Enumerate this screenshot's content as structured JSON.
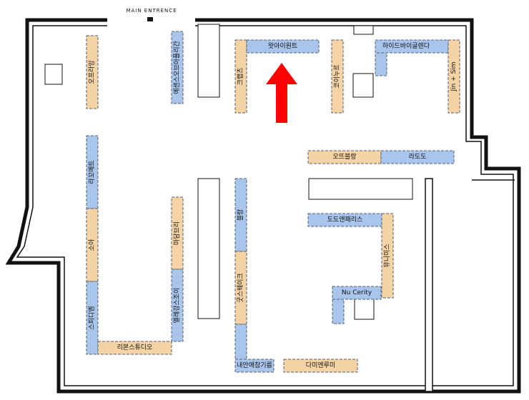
{
  "entrance": {
    "label": "MAIN ENTRENCE"
  },
  "colors": {
    "blue": "#a9c5ec",
    "tan": "#f5d3a5",
    "booth_border": "#556270",
    "wall": "#111111",
    "arrow": "#ff0000"
  },
  "booths": [
    {
      "label": "오프라잉",
      "color": "tan"
    },
    {
      "label": "에센스오브아플리간",
      "color": "blue"
    },
    {
      "label": "크랩츠",
      "color": "tan"
    },
    {
      "label": "왓아이원트",
      "color": "blue"
    },
    {
      "label": "코이누르",
      "color": "tan"
    },
    {
      "label": "하이드바이글렌다",
      "color": "blue"
    },
    {
      "label": "Jin + Sim",
      "color": "tan"
    },
    {
      "label": "라꼬메트",
      "color": "blue"
    },
    {
      "label": "소아",
      "color": "tan"
    },
    {
      "label": "스피디엠",
      "color": "blue"
    },
    {
      "label": "리본스튜디오",
      "color": "tan"
    },
    {
      "label": "마담브리",
      "color": "tan"
    },
    {
      "label": "엘레강스조이",
      "color": "blue"
    },
    {
      "label": "블랑",
      "color": "blue"
    },
    {
      "label": "굿스웨이크",
      "color": "tan"
    },
    {
      "label": "내안애참기름",
      "color": "blue"
    },
    {
      "label": "다미엔루미",
      "color": "tan"
    },
    {
      "label": "오뜨블랑",
      "color": "tan"
    },
    {
      "label": "라도도",
      "color": "blue"
    },
    {
      "label": "도도앤패리스",
      "color": "blue"
    },
    {
      "label": "뮤니미스",
      "color": "tan"
    },
    {
      "label": "Nu Cerity",
      "color": "blue"
    }
  ]
}
